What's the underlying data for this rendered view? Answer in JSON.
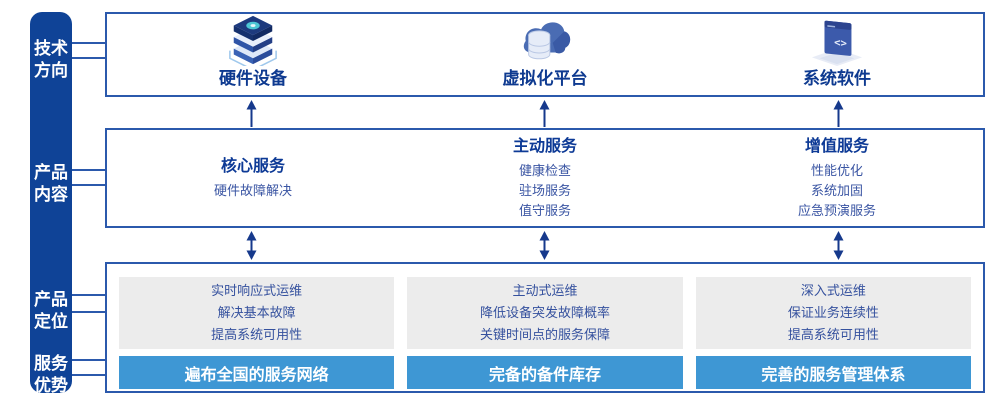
{
  "colors": {
    "sidebar_bg": "#0F4397",
    "box_border": "#2B59AC",
    "heading_text": "#0D3A96",
    "body_text": "#3A55A3",
    "gray_card_bg": "#ECECEC",
    "blue_bar_bg": "#3E97D4",
    "arrow": "#16398C"
  },
  "sidebar": {
    "items": [
      {
        "label": "技术方向"
      },
      {
        "label": "产品内容"
      },
      {
        "label": "产品定位"
      },
      {
        "label": "服务优势"
      }
    ]
  },
  "tech_direction": {
    "items": [
      {
        "label": "硬件设备",
        "icon": "server-stack-icon"
      },
      {
        "label": "虚拟化平台",
        "icon": "cloud-database-icon"
      },
      {
        "label": "系统软件",
        "icon": "code-window-icon"
      }
    ]
  },
  "product_content": {
    "columns": [
      {
        "title": "核心服务",
        "items": [
          "硬件故障解决"
        ]
      },
      {
        "title": "主动服务",
        "items": [
          "健康检查",
          "驻场服务",
          "值守服务"
        ]
      },
      {
        "title": "增值服务",
        "items": [
          "性能优化",
          "系统加固",
          "应急预演服务"
        ]
      }
    ]
  },
  "product_position": {
    "columns": [
      {
        "lines": [
          "实时响应式运维",
          "解决基本故障",
          "提高系统可用性"
        ],
        "bar": "遍布全国的服务网络"
      },
      {
        "lines": [
          "主动式运维",
          "降低设备突发故障概率",
          "关键时间点的服务保障"
        ],
        "bar": "完备的备件库存"
      },
      {
        "lines": [
          "深入式运维",
          "保证业务连续性",
          "提高系统可用性"
        ],
        "bar": "完善的服务管理体系"
      }
    ]
  }
}
